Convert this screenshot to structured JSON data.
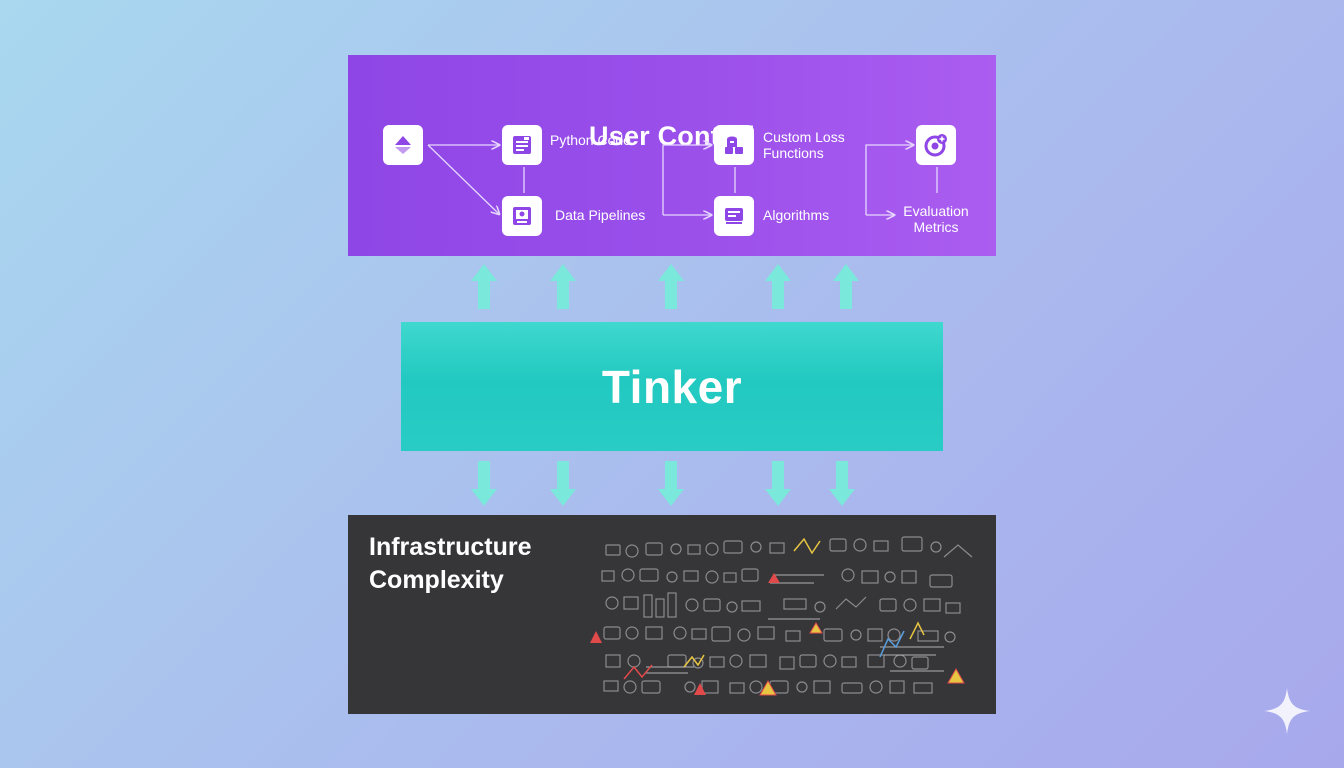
{
  "user_control": {
    "title": "User Control",
    "nodes": {
      "python_code": "Python Code",
      "custom_loss": "Custom Loss Functions",
      "data_pipelines": "Data Pipelines",
      "algorithms": "Algorithms",
      "evaluation_metrics": "Evaluation Metrics"
    }
  },
  "tinker": {
    "label": "Tinker"
  },
  "infrastructure": {
    "title": "Infrastructure Complexity"
  },
  "colors": {
    "user_control_panel": "#9a4fea",
    "tinker_panel": "#28ccc4",
    "infrastructure_panel": "#363639",
    "arrows": "#7ae8da"
  }
}
